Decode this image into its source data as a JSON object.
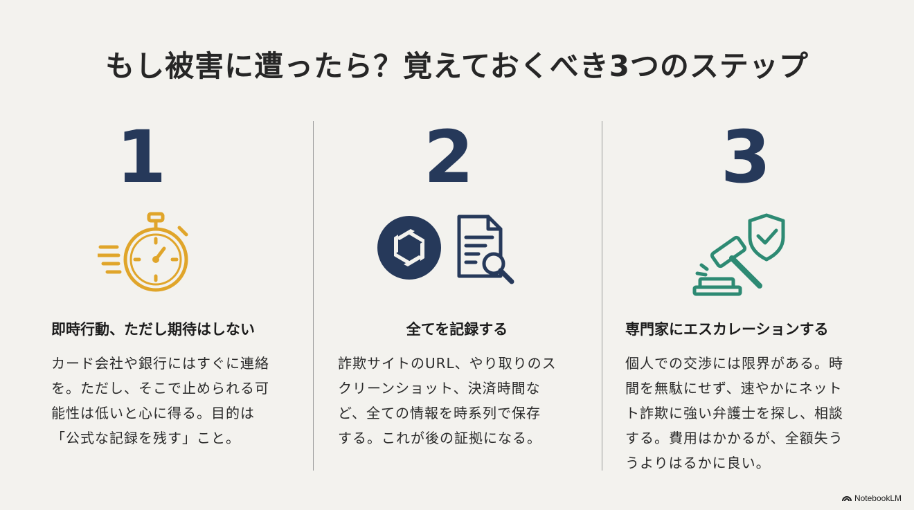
{
  "title": "もし被害に遭ったら？覚えておくべき3つのステップ",
  "colors": {
    "step1": "#e0a52a",
    "step2": "#26395a",
    "step3": "#2d8a73"
  },
  "steps": [
    {
      "number": "1",
      "icon": "stopwatch-icon",
      "heading": "即時行動、ただし期待はしない",
      "body": "カード会社や銀行にはすぐに連絡\nを。ただし、そこで止められる可\n能性は低いと心に得る。目的は\n「公式な記録を残す」こと。"
    },
    {
      "number": "2",
      "icon": "camera-aperture-and-document-search-icon",
      "heading": "全てを記録する",
      "body": "詐欺サイトのURL、やり取りのス\nクリーンショット、決済時間な\nど、全ての情報を時系列で保存\nする。これが後の証拠になる。"
    },
    {
      "number": "3",
      "icon": "gavel-shield-icon",
      "heading": "専門家にエスカレーションする",
      "body": "個人での交渉には限界がある。時\n間を無駄にせず、速やかにネット\nト詐欺に強い弁護士を探し、相談\nする。費用はかかるが、全額失う\nうよりはるかに良い。"
    }
  ],
  "watermark": "NotebookLM"
}
